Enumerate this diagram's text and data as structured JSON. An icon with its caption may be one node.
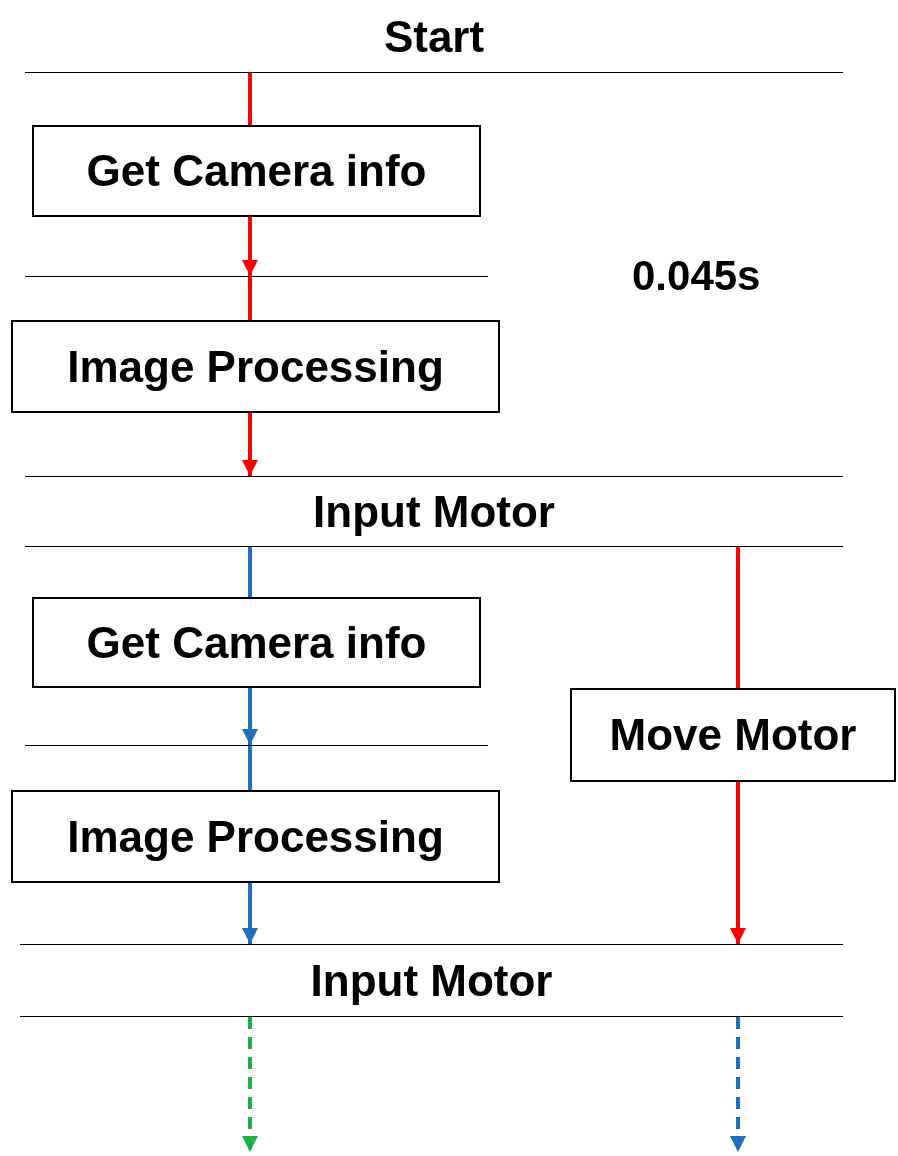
{
  "diagram": {
    "nodes": [
      {
        "text": [
          "Start"
        ]
      },
      {
        "text": [
          "Get Camera info"
        ]
      },
      {
        "text": [],
        "shape": "bar"
      },
      {
        "text": [
          "Image Processing"
        ]
      },
      {
        "text": [
          "Input Motor"
        ]
      },
      {
        "text": [
          "Get Camera info"
        ]
      },
      {
        "text": [
          "Move Motor"
        ]
      },
      {
        "text": [],
        "shape": "bar"
      },
      {
        "text": [
          "Image Processing"
        ]
      },
      {
        "text": [
          "Input Motor"
        ]
      }
    ],
    "edges": [
      {
        "from": 0,
        "to": 1,
        "arrow": "none"
      },
      {
        "from": 1,
        "to": 2,
        "arrow": "to"
      },
      {
        "from": 2,
        "to": 3,
        "arrow": "none"
      },
      {
        "from": 3,
        "to": 4,
        "arrow": "to"
      },
      {
        "from": 4,
        "to": 5,
        "arrow": "none",
        "color": "#1f6fbf"
      },
      {
        "from": 5,
        "to": 7,
        "arrow": "to",
        "color": "#1f6fbf"
      },
      {
        "from": 7,
        "to": 8,
        "arrow": "none",
        "color": "#1f6fbf"
      },
      {
        "from": 8,
        "to": 9,
        "arrow": "to",
        "color": "#1f6fbf"
      },
      {
        "from": 4,
        "to": 6,
        "arrow": "none"
      },
      {
        "from": 6,
        "to": 9,
        "arrow": "to"
      },
      {
        "from": 9,
        "to": null,
        "arrow": "to",
        "style": "dashed",
        "color": "#1fb04a"
      },
      {
        "from": 9,
        "to": null,
        "arrow": "to",
        "style": "dashed",
        "color": "#1f6fbf"
      }
    ],
    "labels": [
      "0.045s"
    ]
  }
}
